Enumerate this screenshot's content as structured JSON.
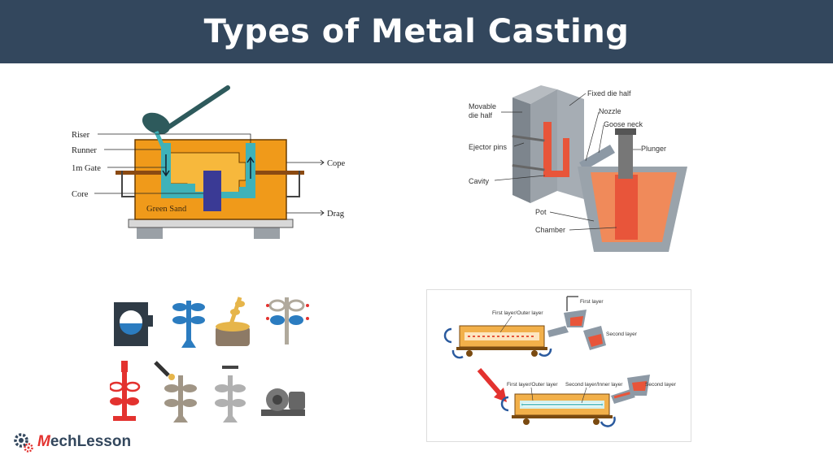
{
  "header": {
    "title": "Types of Metal Casting"
  },
  "sand_casting": {
    "labels": {
      "riser": "Riser",
      "runner": "Runner",
      "gate": "1m Gate",
      "core": "Core",
      "cope": "Cope",
      "drag": "Drag",
      "green_sand": "Green Sand"
    }
  },
  "die_casting": {
    "labels": {
      "movable_die_line1": "Movable",
      "movable_die_line2": "die half",
      "fixed_die": "Fixed die half",
      "nozzle": "Nozzle",
      "goose_neck": "Goose neck",
      "plunger": "Plunger",
      "ejector_pins": "Ejector pins",
      "cavity": "Cavity",
      "pot": "Pot",
      "chamber": "Chamber"
    }
  },
  "centrifugal_casting": {
    "labels": {
      "first_layer_top": "First layer",
      "first_outer_top": "First layer/Outer layer",
      "second_layer_top": "Second layer",
      "first_outer_bottom": "First layer/Outer layer",
      "second_inner": "Second layer/Inner layer",
      "second_layer_bottom": "Second layer"
    }
  },
  "logo": {
    "prefix": "M",
    "text": "echLesson"
  },
  "colors": {
    "header_bg": "#33475d",
    "mold_orange": "#f09a1a",
    "molten_teal": "#3fb2b9",
    "core_blue": "#3a3a95",
    "molten_red": "#e8553a",
    "accent_red": "#e3322f",
    "steel_gray": "#8d99a5"
  }
}
